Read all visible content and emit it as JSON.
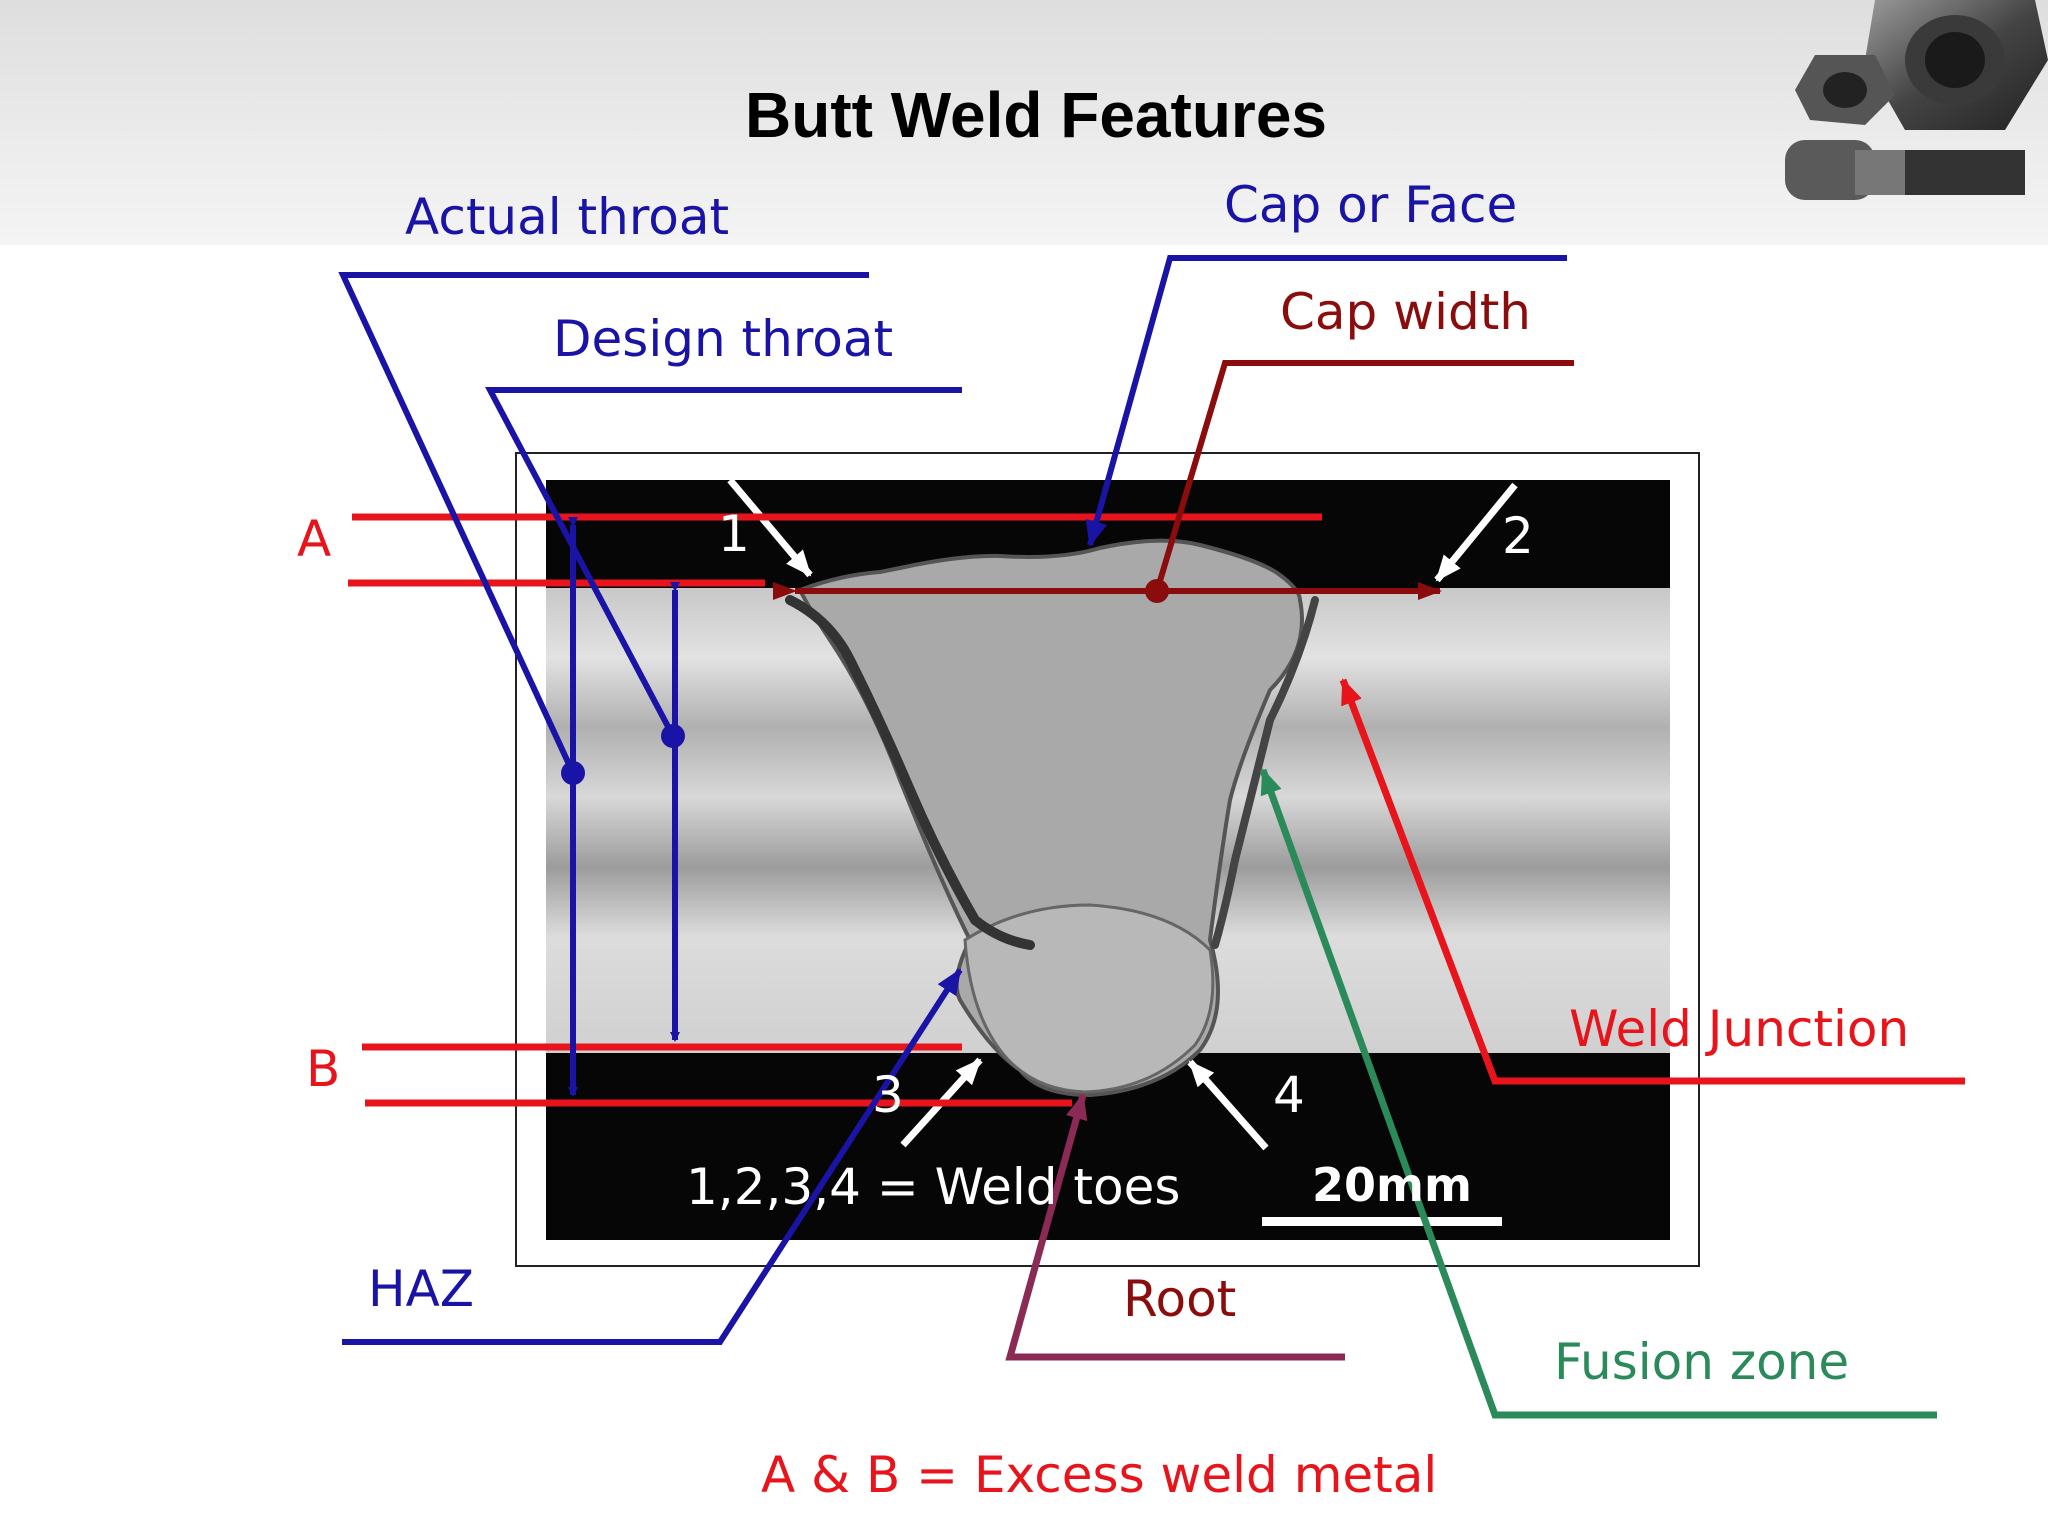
{
  "title": "Butt Weld Features",
  "labels": {
    "actual_throat": "Actual throat",
    "design_throat": "Design throat",
    "cap_or_face": "Cap or Face",
    "cap_width": "Cap width",
    "A": "A",
    "B": "B",
    "haz": "HAZ",
    "root": "Root",
    "weld_junction": "Weld Junction",
    "fusion_zone": "Fusion zone",
    "excess_weld_metal": "A & B = Excess weld metal"
  },
  "photo_text": {
    "toe1": "1",
    "toe2": "2",
    "toe3": "3",
    "toe4": "4",
    "weld_toes": "1,2,3,4 = Weld toes",
    "scale": "20mm"
  },
  "colors": {
    "blue": "#1a14a6",
    "red": "#e8141b",
    "dark_red": "#8a0c0c",
    "green": "#2b8a5a",
    "purple": "#8a2a55"
  },
  "icons": [
    "nuts-and-bolt-image"
  ]
}
